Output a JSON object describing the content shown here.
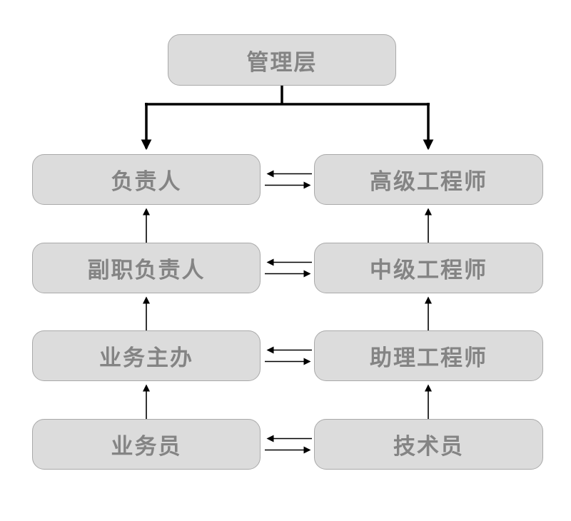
{
  "diagram": {
    "type": "dual-ladder-promotion-chart",
    "root": {
      "label": "管理层"
    },
    "management_track": [
      {
        "label": "负责人"
      },
      {
        "label": "副职负责人"
      },
      {
        "label": "业务主办"
      },
      {
        "label": "业务员"
      }
    ],
    "technical_track": [
      {
        "label": "高级工程师"
      },
      {
        "label": "中级工程师"
      },
      {
        "label": "助理工程师"
      },
      {
        "label": "技术员"
      }
    ],
    "edges": [
      {
        "from": "管理层",
        "to": "负责人",
        "style": "thick-solid",
        "head": "down"
      },
      {
        "from": "管理层",
        "to": "高级工程师",
        "style": "thick-solid",
        "head": "down"
      },
      {
        "from": "副职负责人",
        "to": "负责人",
        "style": "thin-solid",
        "head": "up"
      },
      {
        "from": "业务主办",
        "to": "副职负责人",
        "style": "thin-solid",
        "head": "up"
      },
      {
        "from": "业务员",
        "to": "业务主办",
        "style": "thin-solid",
        "head": "up"
      },
      {
        "from": "中级工程师",
        "to": "高级工程师",
        "style": "thin-solid",
        "head": "up"
      },
      {
        "from": "助理工程师",
        "to": "中级工程师",
        "style": "thin-solid",
        "head": "up"
      },
      {
        "from": "技术员",
        "to": "助理工程师",
        "style": "thin-solid",
        "head": "up"
      },
      {
        "between": [
          "负责人",
          "高级工程师"
        ],
        "style": "paired-horizontal",
        "heads": [
          "left",
          "right"
        ]
      },
      {
        "between": [
          "副职负责人",
          "中级工程师"
        ],
        "style": "paired-horizontal",
        "heads": [
          "left",
          "right"
        ]
      },
      {
        "between": [
          "业务主办",
          "助理工程师"
        ],
        "style": "paired-horizontal",
        "heads": [
          "left",
          "right"
        ]
      },
      {
        "between": [
          "业务员",
          "技术员"
        ],
        "style": "paired-horizontal",
        "heads": [
          "left",
          "right"
        ]
      }
    ],
    "colors": {
      "background": "#ffffff",
      "box_fill": "#dcdcdc",
      "box_border": "#a9a9a9",
      "label_text": "#848484",
      "arrow": "#000000"
    }
  }
}
